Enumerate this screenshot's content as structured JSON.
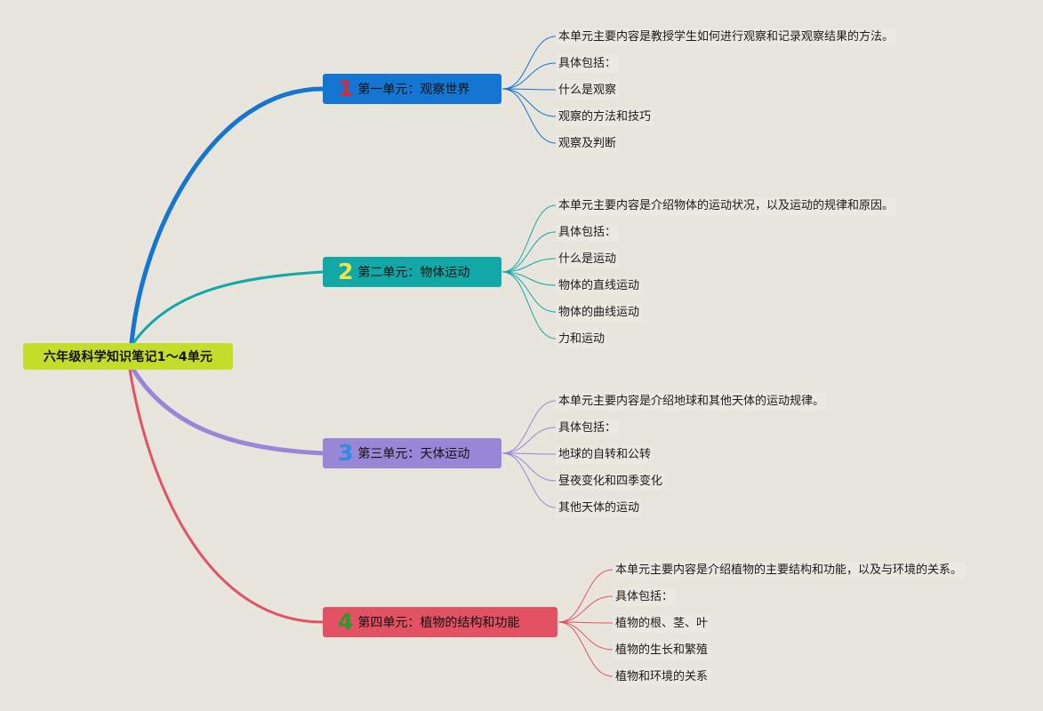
{
  "root": {
    "title": "六年级科学知识笔记1～4单元"
  },
  "colors": {
    "background": "#e8e5dd",
    "root": "#c3dd2b",
    "unit1": "#1475d2",
    "unit2": "#12a8a8",
    "unit3": "#9a86d6",
    "unit4": "#e25262"
  },
  "units": [
    {
      "number": "1",
      "number_color": "#d42a3a",
      "label": "第一单元：观察世界",
      "items": [
        "本单元主要内容是教授学生如何进行观察和记录观察结果的方法。",
        "具体包括：",
        "什么是观察",
        "观察的方法和技巧",
        "观察及判断"
      ]
    },
    {
      "number": "2",
      "number_color": "#f2e24a",
      "label": "第二单元：物体运动",
      "items": [
        "本单元主要内容是介绍物体的运动状况，以及运动的规律和原因。",
        "具体包括：",
        "什么是运动",
        "物体的直线运动",
        "物体的曲线运动",
        "力和运动"
      ]
    },
    {
      "number": "3",
      "number_color": "#2f8ce0",
      "label": "第三单元：天体运动",
      "items": [
        "本单元主要内容是介绍地球和其他天体的运动规律。",
        "具体包括：",
        "地球的自转和公转",
        "昼夜变化和四季变化",
        "其他天体的运动"
      ]
    },
    {
      "number": "4",
      "number_color": "#2a9a2e",
      "label": "第四单元：植物的结构和功能",
      "items": [
        "本单元主要内容是介绍植物的主要结构和功能，以及与环境的关系。",
        "具体包括：",
        "植物的根、茎、叶",
        "植物的生长和繁殖",
        "植物和环境的关系"
      ]
    }
  ]
}
